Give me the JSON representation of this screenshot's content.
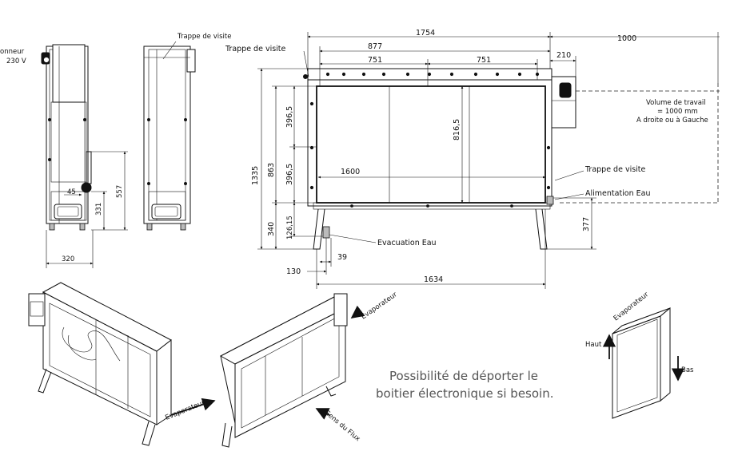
{
  "side_view": {
    "connector_label_1": "onneur",
    "connector_label_2": "230 V",
    "dim_45": "45",
    "dim_331": "331",
    "dim_557": "557",
    "dim_320": "320"
  },
  "access_view": {
    "hatch_label": "Trappe de visite"
  },
  "front_view": {
    "dim_1754": "1754",
    "dim_1000": "1000",
    "dim_877": "877",
    "dim_751_left": "751",
    "dim_751_right": "751",
    "dim_210": "210",
    "dim_396_5_top": "396,5",
    "dim_396_5_bottom": "396,5",
    "dim_816_5": "816,5",
    "dim_863": "863",
    "dim_1335": "1335",
    "dim_1600": "1600",
    "dim_340": "340",
    "dim_126_15": "126,15",
    "dim_377": "377",
    "dim_39": "39",
    "dim_130": "130",
    "dim_1634": "1634",
    "hatch_top_label": "Trappe de visite",
    "hatch_right_label": "Trappe de visite",
    "water_supply_label": "Alimentation Eau",
    "water_drain_label": "Evacuation Eau",
    "work_volume_1": "Volume de travail",
    "work_volume_2": "= 1000 mm",
    "work_volume_3": "A droite ou à Gauche"
  },
  "iso_views": {
    "evaporator_label_right": "Evaporateur",
    "evaporator_label_left": "Evaporateur",
    "flow_label": "Sens du Flux"
  },
  "note": {
    "line1": "Possibilité de déporter le",
    "line2": "boitier électronique si besoin."
  },
  "evaporator_box": {
    "label": "Evaporateur",
    "top_label": "Haut",
    "bottom_label": "Bas"
  }
}
